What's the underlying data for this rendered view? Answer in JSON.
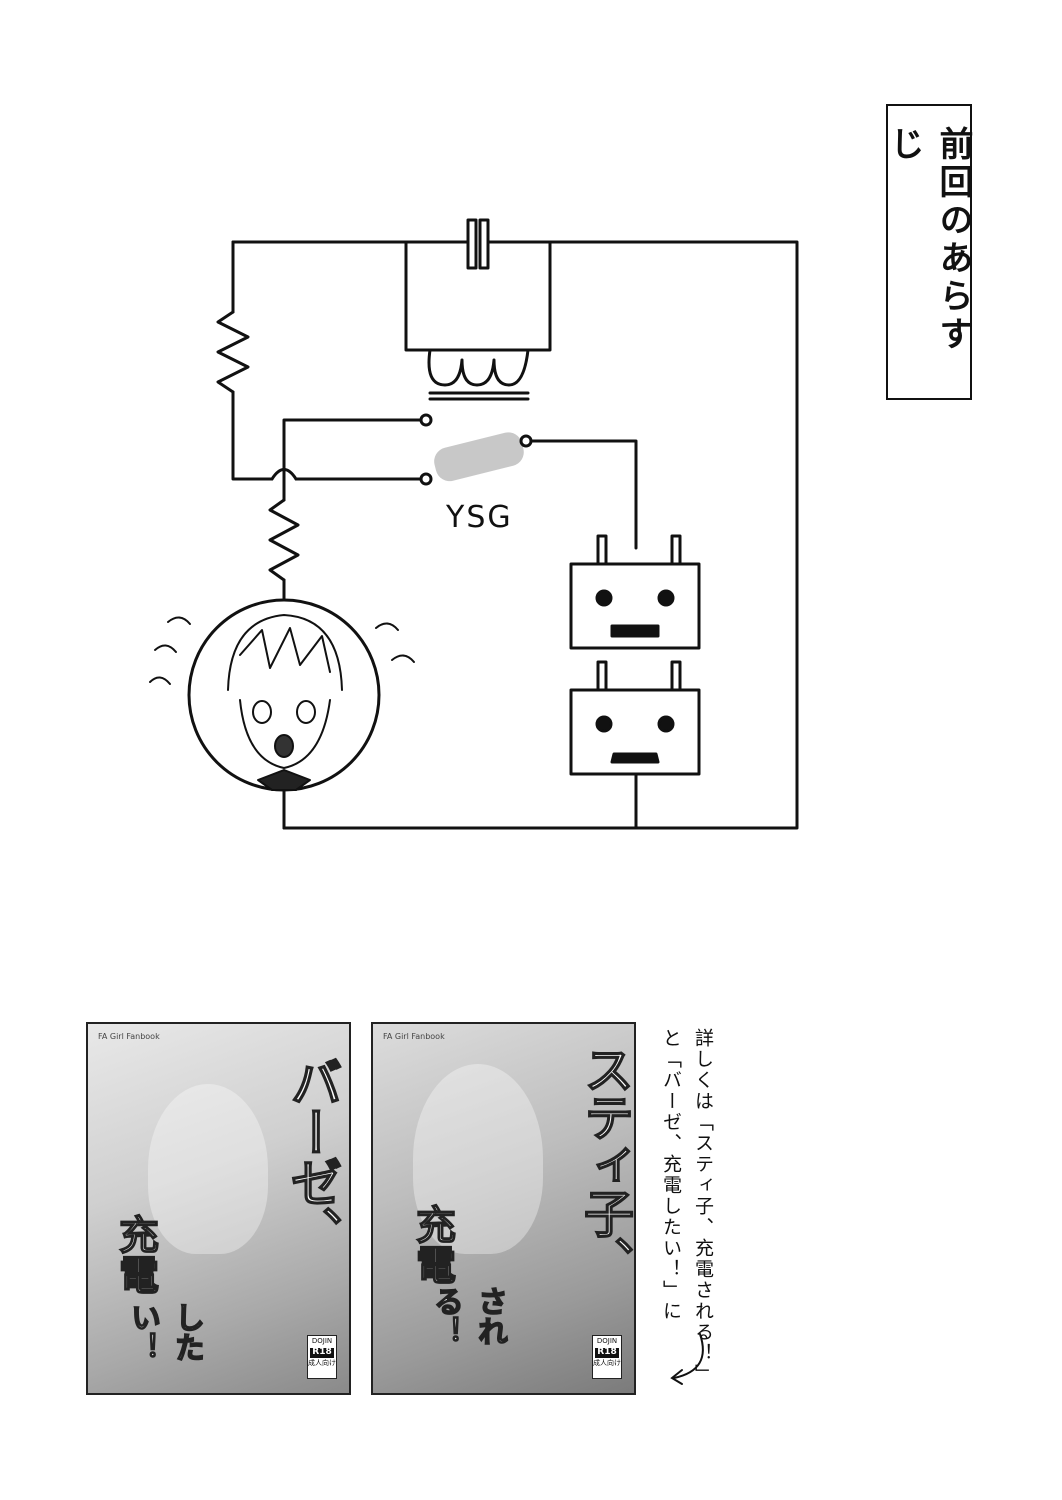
{
  "title": "前回のあらすじ",
  "circuit": {
    "switch_label": "YSG"
  },
  "covers": [
    {
      "header": "FA Girl Fanbook",
      "title_main": "バーゼ、",
      "title_sub": "充電",
      "title_tail": "したい！",
      "badge_top": "DOJIN",
      "badge_rating": "R18",
      "badge_bottom": "成人向け"
    },
    {
      "header": "FA Girl Fanbook",
      "title_main": "スティ子、",
      "title_sub": "充電",
      "title_tail": "される！",
      "badge_top": "DOJIN",
      "badge_rating": "R18",
      "badge_bottom": "成人向け"
    }
  ],
  "note": {
    "line1": "詳しくは「スティ子、充電される！」",
    "line2": "と「バーゼ、充電したい！」に"
  }
}
